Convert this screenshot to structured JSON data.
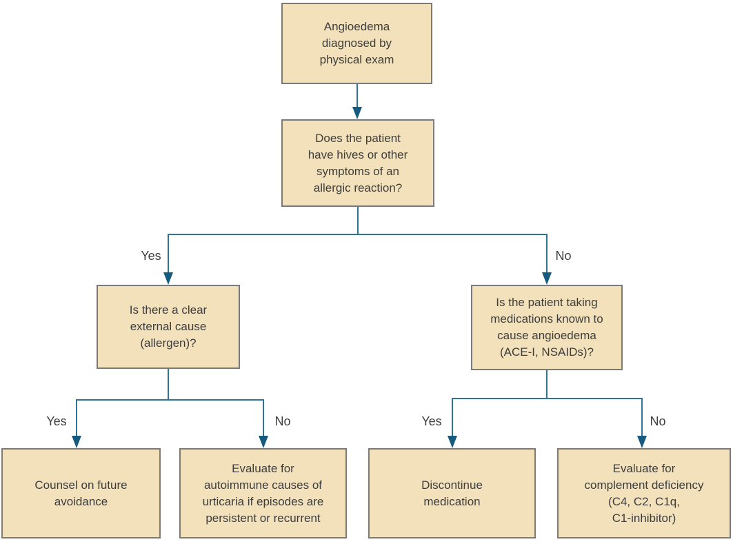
{
  "colors": {
    "box_fill": "#f2e1bb",
    "box_border": "#7a7a7a",
    "line": "#2e7496",
    "arrow": "#175a80",
    "text": "#3d3d3d"
  },
  "nodes": {
    "start": {
      "text": "Angioedema diagnosed by physical exam",
      "lines": [
        "Angioedema",
        "diagnosed by",
        "physical exam"
      ]
    },
    "hives_question": {
      "text": "Does the patient have hives or other symptoms of an allergic reaction?",
      "lines": [
        "Does the patient",
        "have hives or other",
        "symptoms of an",
        "allergic reaction?"
      ]
    },
    "external_cause_question": {
      "text": "Is there a clear external cause (allergen)?",
      "lines": [
        "Is there a clear",
        "external cause",
        "(allergen)?"
      ]
    },
    "medications_question": {
      "text": "Is the patient taking medications known to cause angioedema (ACE-I, NSAIDs)?",
      "lines": [
        "Is the patient taking",
        "medications known to",
        "cause angioedema",
        "(ACE-I, NSAIDs)?"
      ]
    },
    "counsel": {
      "text": "Counsel on future avoidance",
      "lines": [
        "Counsel on future",
        "avoidance"
      ]
    },
    "autoimmune": {
      "text": "Evaluate for autoimmune causes of urticaria if episodes are persistent or recurrent",
      "lines": [
        "Evaluate for",
        "autoimmune causes of",
        "urticaria if episodes are",
        "persistent or recurrent"
      ]
    },
    "discontinue": {
      "text": "Discontinue medication",
      "lines": [
        "Discontinue",
        "medication"
      ]
    },
    "complement": {
      "text": "Evaluate for complement deficiency (C4, C2, C1q, C1-inhibitor)",
      "lines": [
        "Evaluate for",
        "complement deficiency",
        "(C4, C2, C1q,",
        "C1-inhibitor)"
      ]
    }
  },
  "edge_labels": {
    "hives_yes": "Yes",
    "hives_no": "No",
    "external_yes": "Yes",
    "external_no": "No",
    "meds_yes": "Yes",
    "meds_no": "No"
  }
}
